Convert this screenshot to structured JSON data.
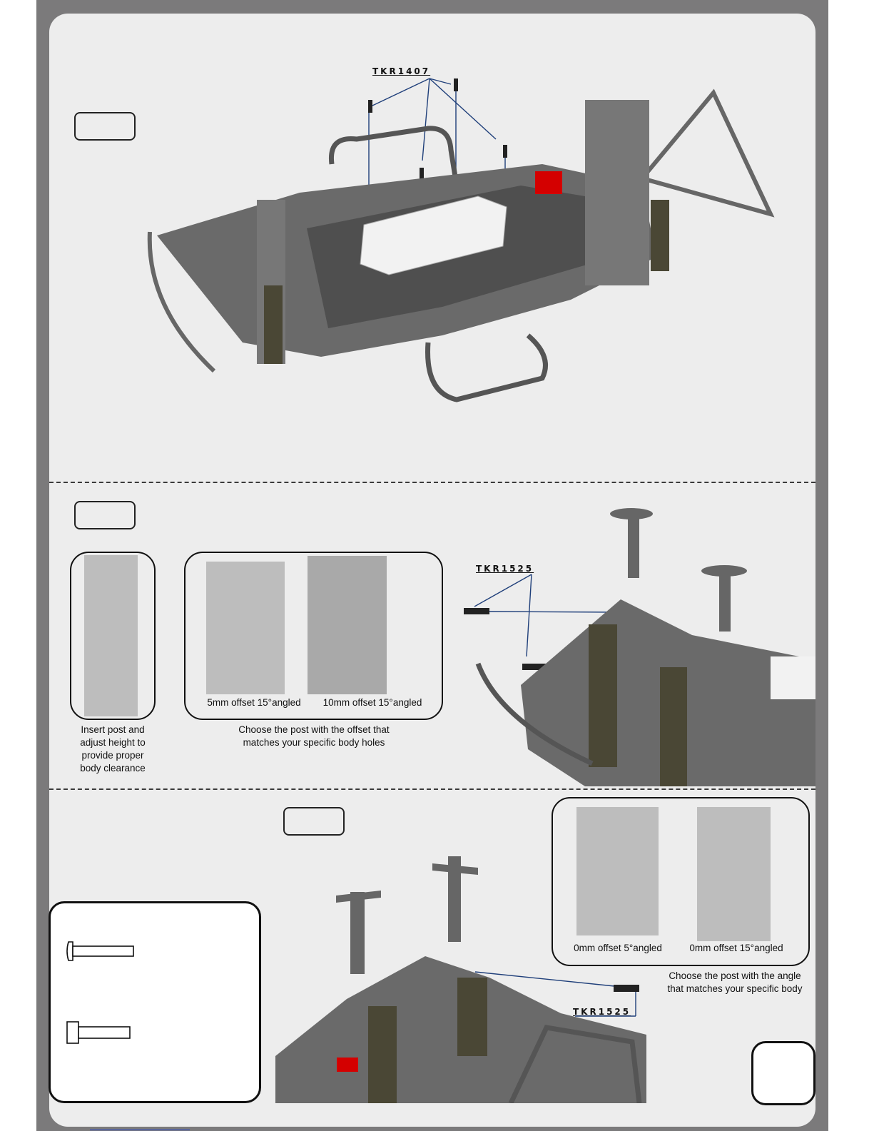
{
  "step1": {
    "part_label": "TKR1407"
  },
  "step2": {
    "part_label": "TKR1525",
    "left_caption": [
      "Insert post and",
      "adjust height to",
      "provide proper",
      "body clearance"
    ],
    "post_a_label": "5mm offset 15°angled",
    "post_b_label": "10mm offset 15°angled",
    "choose_caption": [
      "Choose the post with the offset that",
      "matches your specific body holes"
    ]
  },
  "step3": {
    "part_label": "TKR1525",
    "post_c_label": "0mm offset 5°angled",
    "post_d_label": "0mm offset 15°angled",
    "choose_caption": [
      "Choose the post with the angle",
      "that matches your specific body"
    ]
  },
  "colors": {
    "frame": "#7b7a7b",
    "page": "#ededed",
    "leader_line": "#1f3f7a",
    "chassis": "#5e5e5e",
    "accent_red": "#d40000"
  }
}
